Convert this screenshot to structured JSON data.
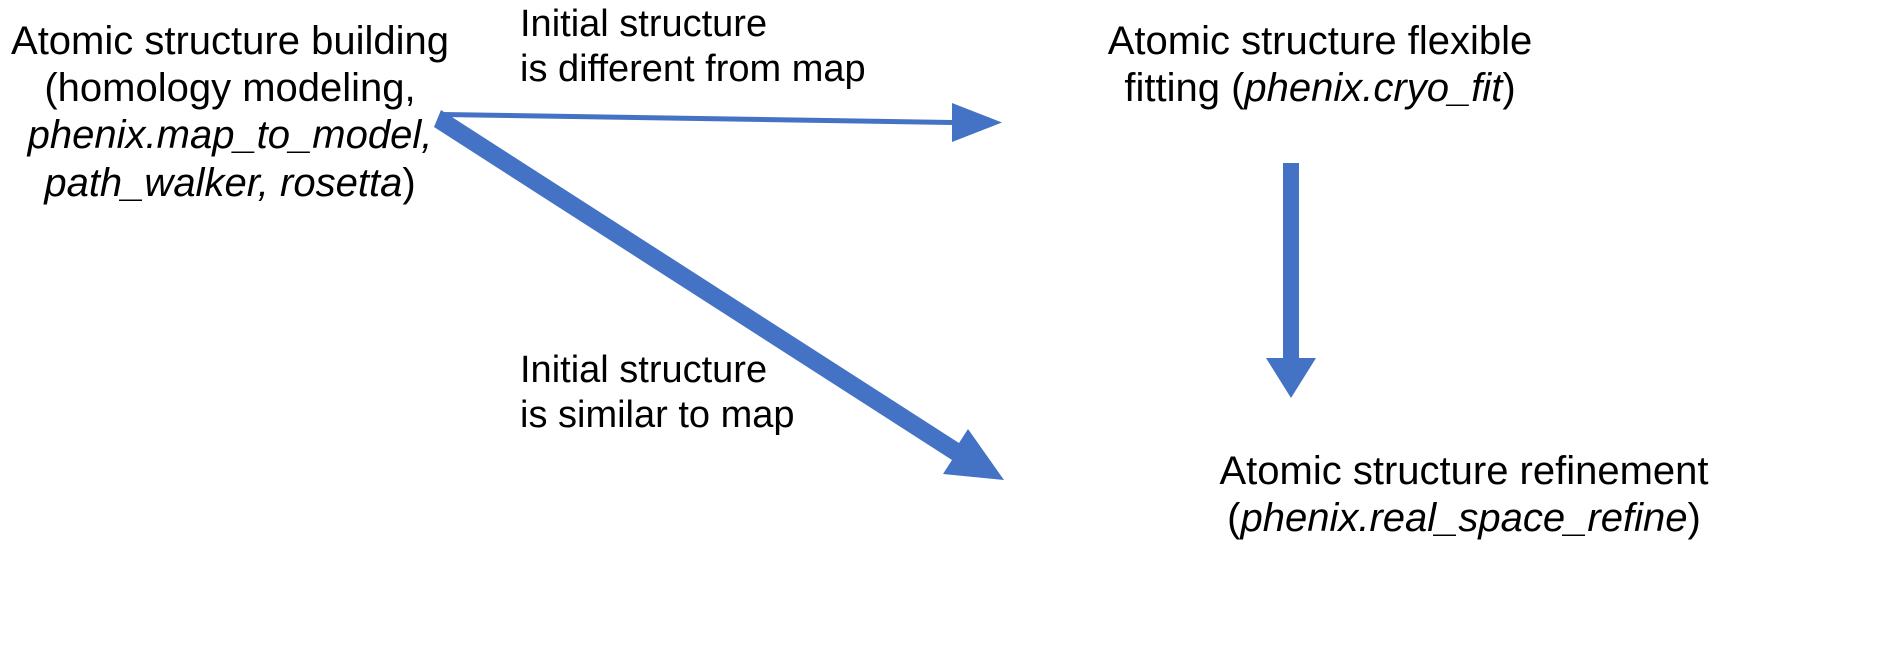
{
  "diagram": {
    "title": "Atomic structure building workflow",
    "background_color": "#ffffff",
    "text_color": "#000000",
    "arrow_color": "#4472C4",
    "nodes": [
      {
        "id": "atomic-structure-building",
        "lines": [
          {
            "text": "Atomic structure building",
            "italic": false
          },
          {
            "text": "(homology modeling,",
            "italic": false
          },
          {
            "text": "phenix.map_to_model,",
            "italic": true
          },
          {
            "text": "path_walker, rosetta",
            "italic": true
          },
          {
            "text": ")",
            "italic": false
          }
        ]
      },
      {
        "id": "atomic-structure-flexible-fitting",
        "lines": [
          {
            "text": "Atomic structure flexible",
            "italic": false
          },
          {
            "text": "fitting (",
            "italic": false
          },
          {
            "text": "phenix.cryo_fit",
            "italic": true
          },
          {
            "text": ")",
            "italic": false
          }
        ]
      },
      {
        "id": "atomic-structure-refinement",
        "lines": [
          {
            "text": "Atomic structure refinement",
            "italic": false
          },
          {
            "text": "(",
            "italic": false
          },
          {
            "text": "phenix.real_space_refine",
            "italic": true
          },
          {
            "text": ")",
            "italic": false
          }
        ]
      }
    ],
    "edge_labels": [
      {
        "id": "different-from-map",
        "line1": "Initial structure",
        "line2": "is different from map"
      },
      {
        "id": "similar-to-map",
        "line1": "Initial structure",
        "line2": "is similar to map"
      }
    ],
    "arrows": [
      {
        "id": "build-to-flexible-fitting",
        "direction": "right"
      },
      {
        "id": "build-to-refinement",
        "direction": "down-right"
      },
      {
        "id": "flexible-fitting-to-refinement",
        "direction": "down"
      }
    ]
  },
  "node_build": {
    "line1": "Atomic structure building",
    "line2": "(homology modeling,",
    "line3": "phenix.map_to_model,",
    "line4_italic": "path_walker, rosetta",
    "line4_tail": ")"
  },
  "node_flexfit": {
    "line1": "Atomic structure flexible",
    "line2_head": "fitting (",
    "line2_italic": "phenix.cryo_fit",
    "line2_tail": ")"
  },
  "node_refine": {
    "line1": "Atomic structure refinement",
    "line2_head": "(",
    "line2_italic": "phenix.real_space_refine",
    "line2_tail": ")"
  },
  "label_different": {
    "line1": "Initial structure",
    "line2": "is different from map"
  },
  "label_similar": {
    "line1": "Initial structure",
    "line2": "is similar to map"
  }
}
